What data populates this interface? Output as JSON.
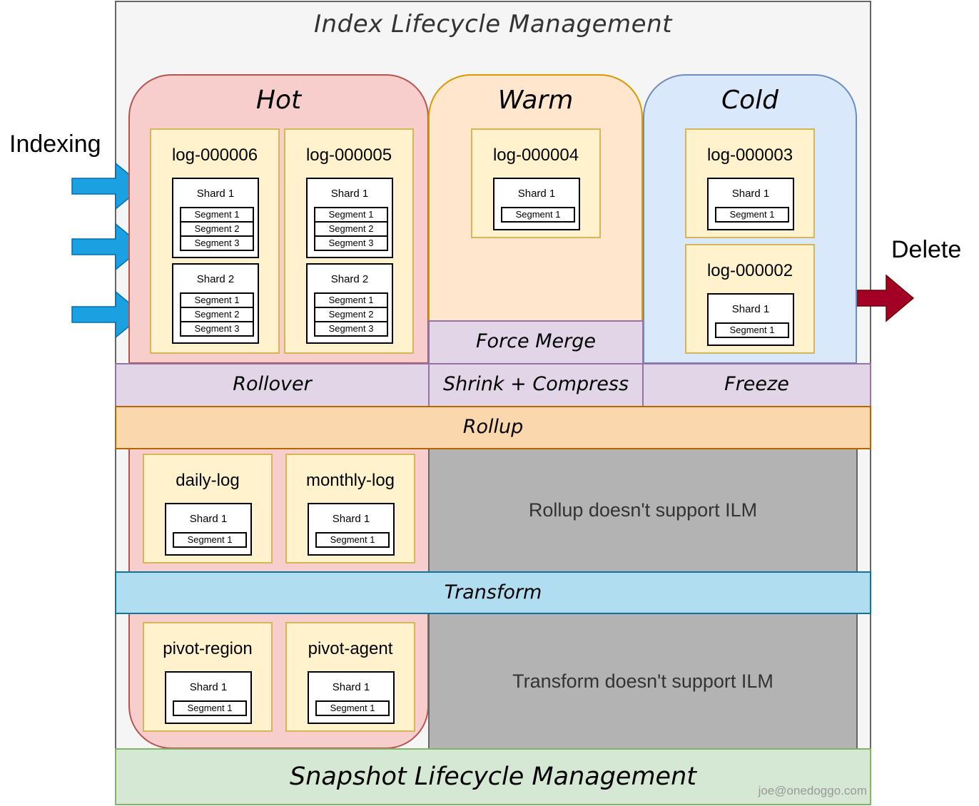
{
  "diagram": {
    "title": "Index Lifecycle Management",
    "indexing_label": "Indexing",
    "delete_label": "Delete",
    "watermark": "joe@onedoggo.com",
    "colors": {
      "hot_fill": "#f8cecc",
      "warm_fill": "#ffe6cc",
      "cold_fill": "#dae8fc",
      "index_fill": "#fff2cc",
      "action_fill": "#e1d5e7",
      "rollup_fill": "#fad7ac",
      "transform_fill": "#b1ddf0",
      "snapshot_fill": "#d5e8d4",
      "unsupported_fill": "#b3b3b3",
      "indexing_arrow": "#1ba1e2",
      "delete_arrow": "#a20025"
    },
    "phases": {
      "hot": {
        "title": "Hot",
        "action": "Rollover",
        "indices": [
          {
            "name": "log-000006",
            "shards": [
              {
                "name": "Shard 1",
                "segments": [
                  "Segment 1",
                  "Segment 2",
                  "Segment 3"
                ]
              },
              {
                "name": "Shard 2",
                "segments": [
                  "Segment 1",
                  "Segment 2",
                  "Segment 3"
                ]
              }
            ]
          },
          {
            "name": "log-000005",
            "shards": [
              {
                "name": "Shard 1",
                "segments": [
                  "Segment 1",
                  "Segment 2",
                  "Segment 3"
                ]
              },
              {
                "name": "Shard 2",
                "segments": [
                  "Segment 1",
                  "Segment 2",
                  "Segment 3"
                ]
              }
            ]
          }
        ]
      },
      "warm": {
        "title": "Warm",
        "actions": [
          "Force Merge",
          "Shrink + Compress"
        ],
        "indices": [
          {
            "name": "log-000004",
            "shards": [
              {
                "name": "Shard 1",
                "segments": [
                  "Segment 1"
                ]
              }
            ]
          }
        ]
      },
      "cold": {
        "title": "Cold",
        "action": "Freeze",
        "indices": [
          {
            "name": "log-000003",
            "shards": [
              {
                "name": "Shard 1",
                "segments": [
                  "Segment 1"
                ]
              }
            ]
          },
          {
            "name": "log-000002",
            "shards": [
              {
                "name": "Shard 1",
                "segments": [
                  "Segment 1"
                ]
              }
            ]
          }
        ]
      }
    },
    "rollup": {
      "label": "Rollup",
      "note": "Rollup doesn't support ILM",
      "indices": [
        {
          "name": "daily-log",
          "shards": [
            {
              "name": "Shard 1",
              "segments": [
                "Segment 1"
              ]
            }
          ]
        },
        {
          "name": "monthly-log",
          "shards": [
            {
              "name": "Shard 1",
              "segments": [
                "Segment 1"
              ]
            }
          ]
        }
      ]
    },
    "transform": {
      "label": "Transform",
      "note": "Transform doesn't support ILM",
      "indices": [
        {
          "name": "pivot-region",
          "shards": [
            {
              "name": "Shard 1",
              "segments": [
                "Segment 1"
              ]
            }
          ]
        },
        {
          "name": "pivot-agent",
          "shards": [
            {
              "name": "Shard 1",
              "segments": [
                "Segment 1"
              ]
            }
          ]
        }
      ]
    },
    "snapshot": {
      "label": "Snapshot Lifecycle Management"
    }
  }
}
